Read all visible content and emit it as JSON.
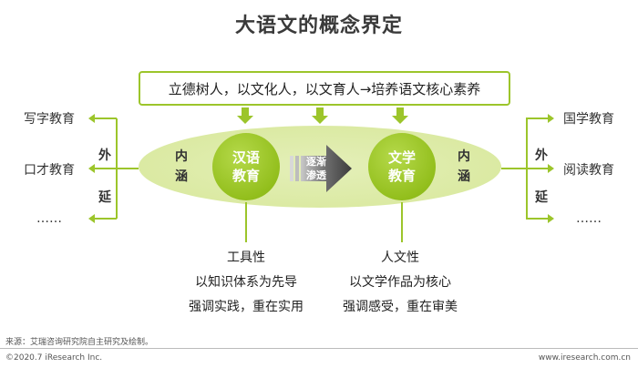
{
  "title": "大语文的概念界定",
  "top_box": "立德树人，以文化人，以文育人→培养语文核心素养",
  "left_circle": {
    "line1": "汉语",
    "line2": "教育"
  },
  "right_circle": {
    "line1": "文学",
    "line2": "教育"
  },
  "inner_left": {
    "c1": "内",
    "c2": "涵"
  },
  "inner_right": {
    "c1": "内",
    "c2": "涵"
  },
  "center_arrow": {
    "line1": "逐渐",
    "line2": "渗透"
  },
  "left_extension": {
    "c1": "外",
    "c2": "延"
  },
  "right_extension": {
    "c1": "外",
    "c2": "延"
  },
  "left_items": [
    "写字教育",
    "口才教育",
    "……"
  ],
  "right_items": [
    "国学教育",
    "阅读教育",
    "……"
  ],
  "left_desc": [
    "工具性",
    "以知识体系为先导",
    "强调实践，重在实用"
  ],
  "right_desc": [
    "人文性",
    "以文学作品为核心",
    "强调感受，重在审美"
  ],
  "source": "来源：艾瑞咨询研究院自主研究及绘制。",
  "copyright": "©2020.7 iResearch Inc.",
  "website": "www.iresearch.com.cn",
  "colors": {
    "accent_green": "#9cc52b",
    "circle_green": "#93bf1d",
    "ellipse_green": "#dbeaa3"
  }
}
